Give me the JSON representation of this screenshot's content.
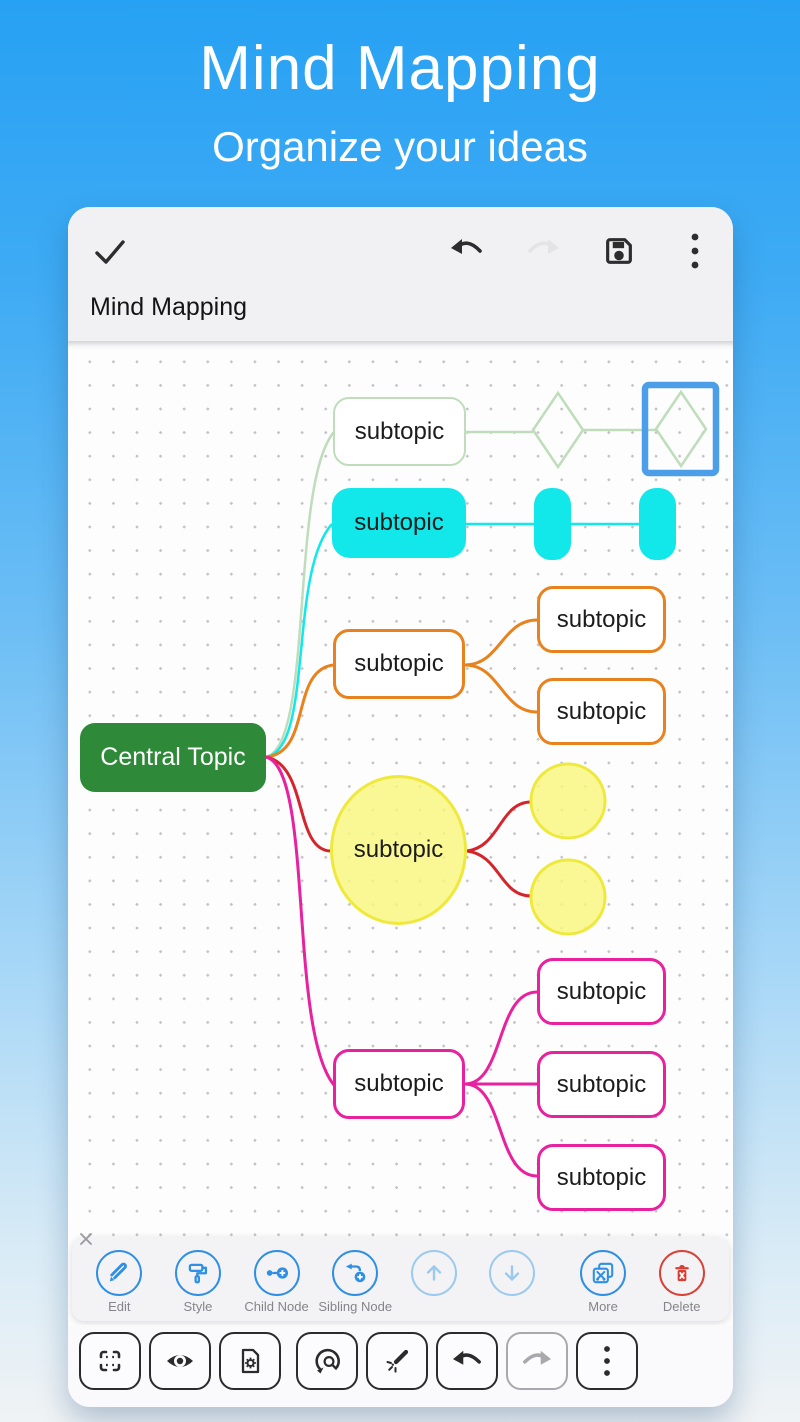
{
  "hero": {
    "title": "Mind Mapping",
    "subtitle": "Organize your ideas"
  },
  "app": {
    "title": "Mind Mapping",
    "topbar": {
      "icons": [
        "check",
        "undo",
        "redo",
        "save",
        "overflow-menu"
      ],
      "redo_disabled": true
    }
  },
  "mindmap": {
    "central": {
      "label": "Central Topic",
      "fill": "#2E8A39",
      "text_color": "#FFFFFF"
    },
    "selection_color": "#4D9EE8",
    "branches": [
      {
        "name": "green",
        "line_color": "#BFDDBB",
        "parent": {
          "label": "subtopic",
          "shape": "rounded-rect"
        },
        "children": [
          {
            "shape": "diamond"
          },
          {
            "shape": "diamond",
            "selected": true
          }
        ]
      },
      {
        "name": "cyan",
        "line_color": "#12E7E9",
        "parent": {
          "label": "subtopic",
          "shape": "rounded-rect-filled"
        },
        "children": [
          {
            "shape": "pill"
          },
          {
            "shape": "pill"
          }
        ]
      },
      {
        "name": "orange",
        "line_color": "#E8821E",
        "parent": {
          "label": "subtopic",
          "shape": "rounded-rect"
        },
        "children": [
          {
            "label": "subtopic"
          },
          {
            "label": "subtopic"
          }
        ]
      },
      {
        "name": "yellow",
        "line_color": "#D5252C",
        "parent": {
          "label": "subtopic",
          "shape": "circle",
          "fill": "#F9F77E",
          "stroke": "#EEE93C"
        },
        "children": [
          {
            "shape": "circle"
          },
          {
            "shape": "circle"
          }
        ]
      },
      {
        "name": "magenta",
        "line_color": "#E8219E",
        "parent": {
          "label": "subtopic",
          "shape": "rounded-rect"
        },
        "children": [
          {
            "label": "subtopic"
          },
          {
            "label": "subtopic"
          },
          {
            "label": "subtopic"
          }
        ]
      }
    ]
  },
  "node_toolbar": {
    "items": [
      {
        "icon": "pencil-icon",
        "label": "Edit"
      },
      {
        "icon": "paint-roller-icon",
        "label": "Style"
      },
      {
        "icon": "child-node-icon",
        "label": "Child Node"
      },
      {
        "icon": "sibling-node-icon",
        "label": "Sibling Node"
      },
      {
        "icon": "arrow-up-icon",
        "label": ""
      },
      {
        "icon": "arrow-down-icon",
        "label": ""
      },
      {
        "icon": "more-icon",
        "label": "More"
      },
      {
        "icon": "delete-icon",
        "label": "Delete"
      }
    ]
  },
  "canvas_toolbar": {
    "icons": [
      "fullscreen",
      "eye",
      "page-settings",
      "search-scan",
      "magic-wand",
      "undo",
      "redo",
      "overflow-menu"
    ],
    "redo_disabled": true
  },
  "colors": {
    "accent_blue": "#2E8FE5",
    "disabled_blue": "#9CC9EE",
    "delete_red": "#DC3B30",
    "central_green": "#2E8A39",
    "cyan": "#12E7E9",
    "orange": "#E8821E",
    "light_green": "#BFDDBB",
    "yellow_fill": "#F9F77E",
    "yellow_stroke": "#EEE93C",
    "red_link": "#D5252C",
    "magenta": "#E8219E",
    "selection_blue": "#4D9EE8"
  }
}
